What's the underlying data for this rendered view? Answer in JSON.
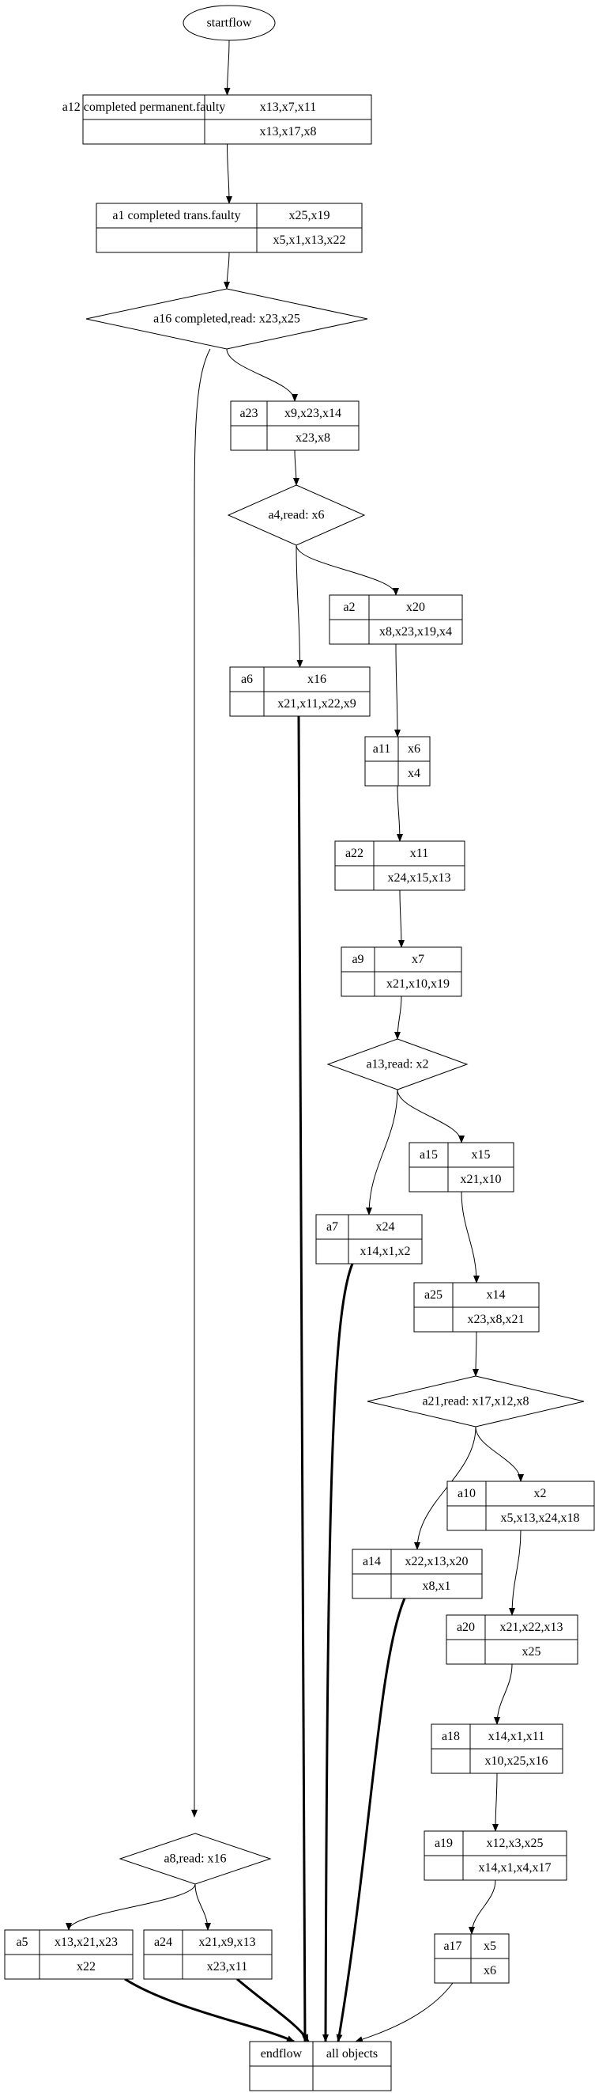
{
  "start": {
    "label": "startflow"
  },
  "nodes": {
    "a12": {
      "id": "a12",
      "name": "completed permanent.faulty",
      "writes": "x13,x7,x11",
      "reads": "x13,x17,x8"
    },
    "a1": {
      "id": "a1",
      "name": "completed trans.faulty",
      "writes": "x25,x19",
      "reads": "x5,x1,x13,x22"
    },
    "a23": {
      "id": "a23",
      "writes": "x9,x23,x14",
      "reads": "x23,x8"
    },
    "a2": {
      "id": "a2",
      "writes": "x20",
      "reads": "x8,x23,x19,x4"
    },
    "a6": {
      "id": "a6",
      "writes": "x16",
      "reads": "x21,x11,x22,x9"
    },
    "a11": {
      "id": "a11",
      "writes": "x6",
      "reads": "x4"
    },
    "a22": {
      "id": "a22",
      "writes": "x11",
      "reads": "x24,x15,x13"
    },
    "a9": {
      "id": "a9",
      "writes": "x7",
      "reads": "x21,x10,x19"
    },
    "a15": {
      "id": "a15",
      "writes": "x15",
      "reads": "x21,x10"
    },
    "a7": {
      "id": "a7",
      "writes": "x24",
      "reads": "x14,x1,x2"
    },
    "a25": {
      "id": "a25",
      "writes": "x14",
      "reads": "x23,x8,x21"
    },
    "a10": {
      "id": "a10",
      "writes": "x2",
      "reads": "x5,x13,x24,x18"
    },
    "a14": {
      "id": "a14",
      "writes": "x22,x13,x20",
      "reads": "x8,x1"
    },
    "a20": {
      "id": "a20",
      "writes": "x21,x22,x13",
      "reads": "x25"
    },
    "a18": {
      "id": "a18",
      "writes": "x14,x1,x11",
      "reads": "x10,x25,x16"
    },
    "a19": {
      "id": "a19",
      "writes": "x12,x3,x25",
      "reads": "x14,x1,x4,x17"
    },
    "a5": {
      "id": "a5",
      "writes": "x13,x21,x23",
      "reads": "x22"
    },
    "a24": {
      "id": "a24",
      "writes": "x21,x9,x13",
      "reads": "x23,x11"
    },
    "a17": {
      "id": "a17",
      "writes": "x5",
      "reads": "x6"
    }
  },
  "decisions": {
    "a16": {
      "label": "a16 completed,read: x23,x25"
    },
    "a4": {
      "label": "a4,read: x6"
    },
    "a13": {
      "label": "a13,read: x2"
    },
    "a21": {
      "label": "a21,read: x17,x12,x8"
    },
    "a8": {
      "label": "a8,read: x16"
    }
  },
  "end": {
    "label": "endflow",
    "note": "all objects"
  },
  "edges": [
    {
      "from": "startflow",
      "to": "a12"
    },
    {
      "from": "a12",
      "to": "a1"
    },
    {
      "from": "a1",
      "to": "a16"
    },
    {
      "from": "a16",
      "to": "a23"
    },
    {
      "from": "a16",
      "to": "a8"
    },
    {
      "from": "a23",
      "to": "a4"
    },
    {
      "from": "a4",
      "to": "a2"
    },
    {
      "from": "a4",
      "to": "a6"
    },
    {
      "from": "a2",
      "to": "a11"
    },
    {
      "from": "a11",
      "to": "a22"
    },
    {
      "from": "a22",
      "to": "a9"
    },
    {
      "from": "a9",
      "to": "a13"
    },
    {
      "from": "a13",
      "to": "a15"
    },
    {
      "from": "a13",
      "to": "a7"
    },
    {
      "from": "a15",
      "to": "a25"
    },
    {
      "from": "a25",
      "to": "a21"
    },
    {
      "from": "a21",
      "to": "a10"
    },
    {
      "from": "a21",
      "to": "a14"
    },
    {
      "from": "a10",
      "to": "a20"
    },
    {
      "from": "a20",
      "to": "a18"
    },
    {
      "from": "a18",
      "to": "a19"
    },
    {
      "from": "a19",
      "to": "a17"
    },
    {
      "from": "a8",
      "to": "a5"
    },
    {
      "from": "a8",
      "to": "a24"
    },
    {
      "from": "a6",
      "to": "endflow",
      "bold": true
    },
    {
      "from": "a7",
      "to": "endflow",
      "bold": true
    },
    {
      "from": "a14",
      "to": "endflow",
      "bold": true
    },
    {
      "from": "a5",
      "to": "endflow",
      "bold": true
    },
    {
      "from": "a24",
      "to": "endflow",
      "bold": true
    },
    {
      "from": "a17",
      "to": "endflow"
    }
  ]
}
